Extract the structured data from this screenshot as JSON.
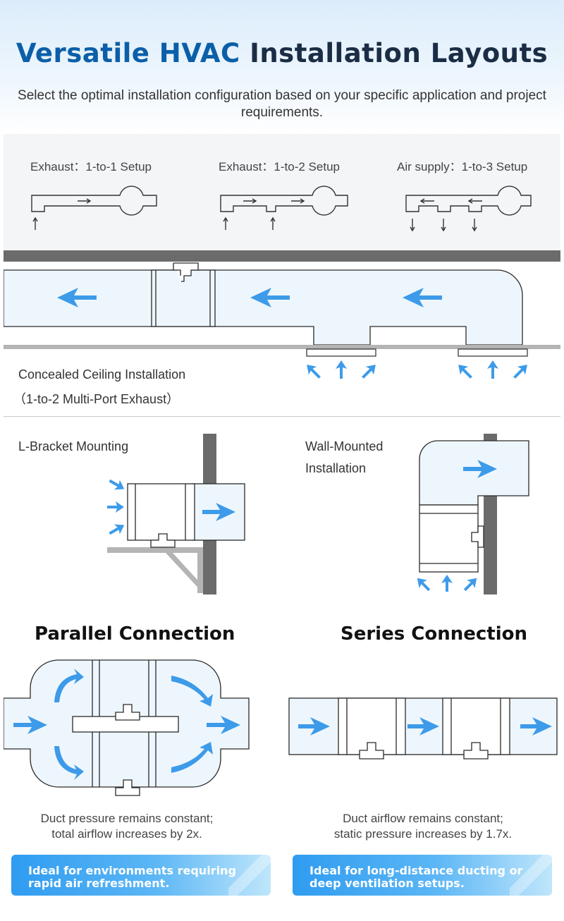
{
  "header": {
    "title_accent": "Versatile HVAC",
    "title_rest": "Installation Layouts",
    "subtitle": "Select the optimal installation configuration based on your specific application and project requirements."
  },
  "setups": [
    {
      "label": "Exhaust：1-to-1 Setup"
    },
    {
      "label": "Exhaust：1-to-2 Setup"
    },
    {
      "label": "Air supply：1-to-3 Setup"
    }
  ],
  "ceiling": {
    "caption_line1": "Concealed Ceiling Installation",
    "caption_line2": "（1-to-2 Multi-Port Exhaust）"
  },
  "mounting": {
    "bracket_label": "L-Bracket Mounting",
    "wall_label_line1": "Wall-Mounted",
    "wall_label_line2": "Installation"
  },
  "connections": {
    "parallel": {
      "title": "Parallel Connection",
      "note_line1": "Duct pressure remains constant;",
      "note_line2": "total airflow increases by 2x.",
      "banner": "Ideal for environments requiring rapid air refreshment."
    },
    "series": {
      "title": "Series Connection",
      "note_line1": "Duct airflow remains constant;",
      "note_line2": "static pressure increases by 1.7x.",
      "banner": "Ideal for long-distance ducting or deep ventilation setups."
    }
  },
  "colors": {
    "arrow": "#3d9be9",
    "duct_fill": "#eef6fd",
    "outline": "#2a2a2a",
    "wall": "#6b6b6b",
    "title_accent": "#0b5fa8"
  }
}
